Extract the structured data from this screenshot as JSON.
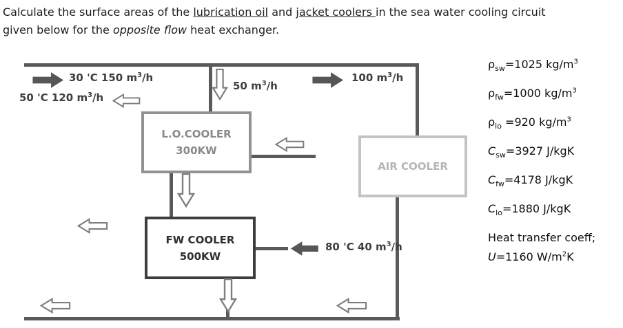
{
  "title": {
    "s1": "Calculate the surface areas of the ",
    "s2": "lubrication oil",
    "s3": " and ",
    "s4": "jacket coolers ",
    "s5": "in the sea water cooling circuit given below for the ",
    "s6": "opposite flow",
    "s7": " heat exchanger."
  },
  "flows": {
    "inlet_top": {
      "pre": "30 'C 150 m",
      "sup": "3",
      "post": "/h"
    },
    "branch": {
      "pre": "50 m",
      "sup": "3",
      "post": "/h"
    },
    "air_in": {
      "pre": "100 m",
      "sup": "3",
      "post": "/h"
    },
    "lo_out": {
      "pre": "50 'C 120 m",
      "sup": "3",
      "post": "/h"
    },
    "fw_in": {
      "pre": "80 'C 40 m",
      "sup": "3",
      "post": "/h"
    }
  },
  "boxes": {
    "lo_cooler": {
      "name": "L.O.COOLER",
      "power": "300KW"
    },
    "fw_cooler": {
      "name": "FW COOLER",
      "power": "500KW"
    },
    "air_cooler": {
      "name": "AIR COOLER"
    }
  },
  "properties": [
    {
      "sym": "ρ",
      "sub": "sw",
      "mid": "=1025 kg/m",
      "sup": "3",
      "post": ""
    },
    {
      "sym": "ρ",
      "sub": "fw",
      "mid": "=1000 kg/m",
      "sup": "3",
      "post": ""
    },
    {
      "sym": "ρ",
      "sub": "lo",
      "mid": " =920 kg/m",
      "sup": "3",
      "post": ""
    },
    {
      "sym": "C",
      "sub": "sw",
      "mid": "=3927 J/kgK",
      "sup": "",
      "post": ""
    },
    {
      "sym": "C",
      "sub": "fw",
      "mid": "=4178 J/kgK",
      "sup": "",
      "post": ""
    },
    {
      "sym": "C",
      "sub": "lo",
      "mid": "=1880 J/kgK",
      "sup": "",
      "post": ""
    }
  ],
  "heat_transfer": {
    "label": "Heat transfer coeff;",
    "u": {
      "sym": "U",
      "mid": "=1160 W/m",
      "sup": "2",
      "post": "K"
    }
  }
}
